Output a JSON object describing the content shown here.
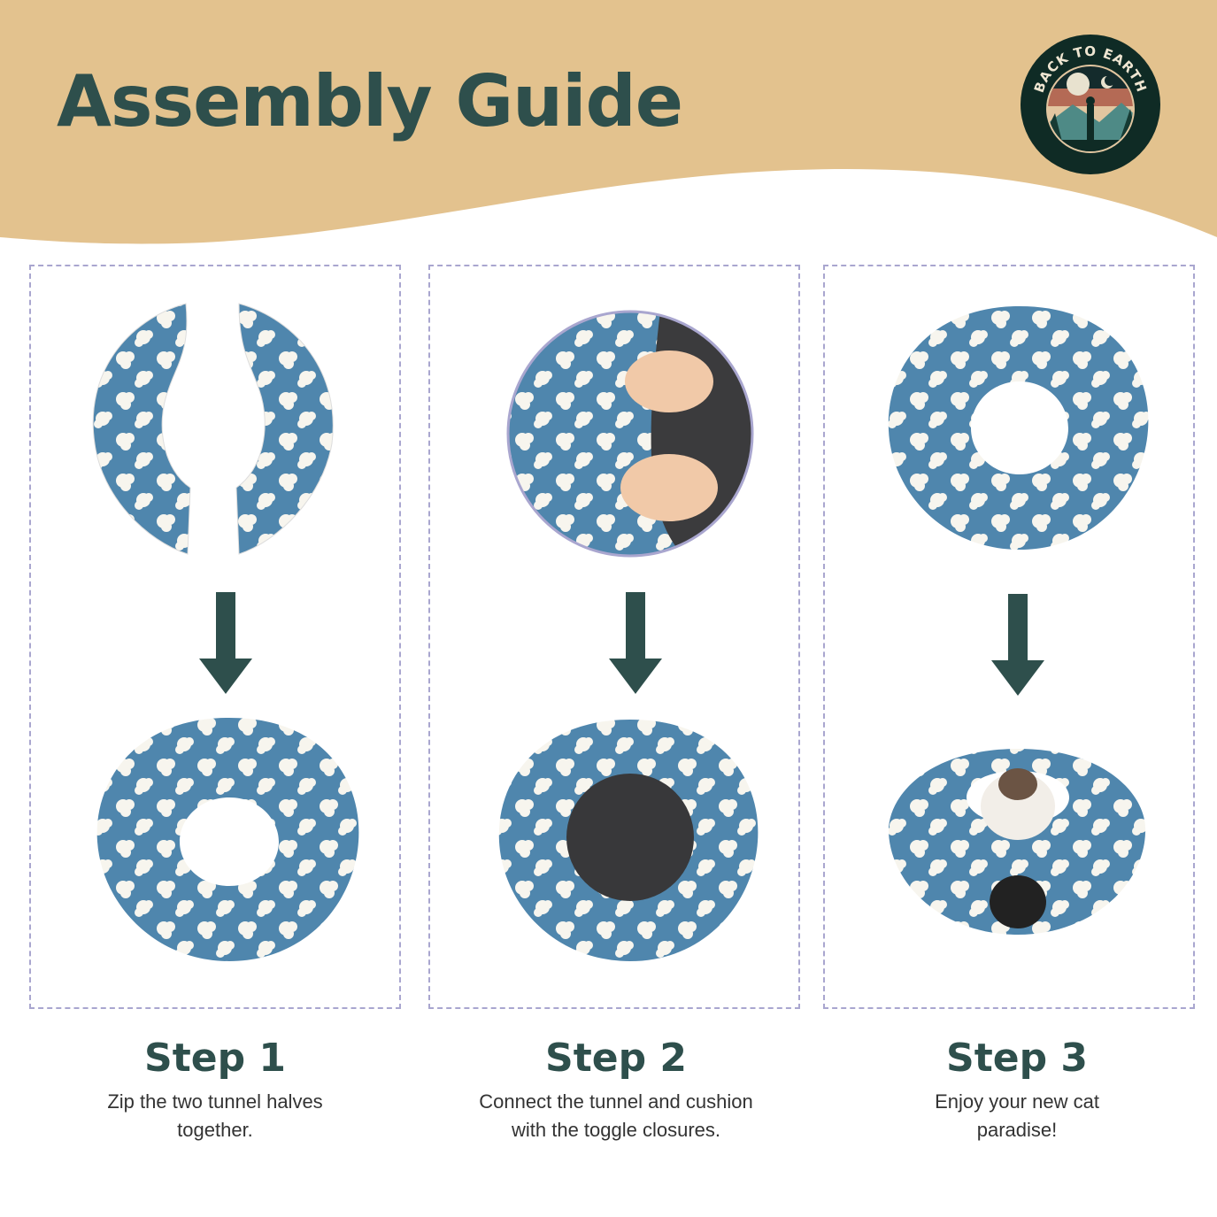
{
  "header": {
    "title": "Assembly Guide",
    "logo_text": "BACK TO EARTH"
  },
  "colors": {
    "header_bg": "#e3c28e",
    "title": "#2e4f4c",
    "fabric": "#4f86ad",
    "border": "#a9a6cf"
  },
  "steps": [
    {
      "title": "Step 1",
      "line1": "Zip the two tunnel halves",
      "line2": "together."
    },
    {
      "title": "Step 2",
      "line1": "Connect the tunnel and cushion",
      "line2": "with the toggle closures."
    },
    {
      "title": "Step 3",
      "line1": "Enjoy your new cat",
      "line2": "paradise!"
    }
  ]
}
